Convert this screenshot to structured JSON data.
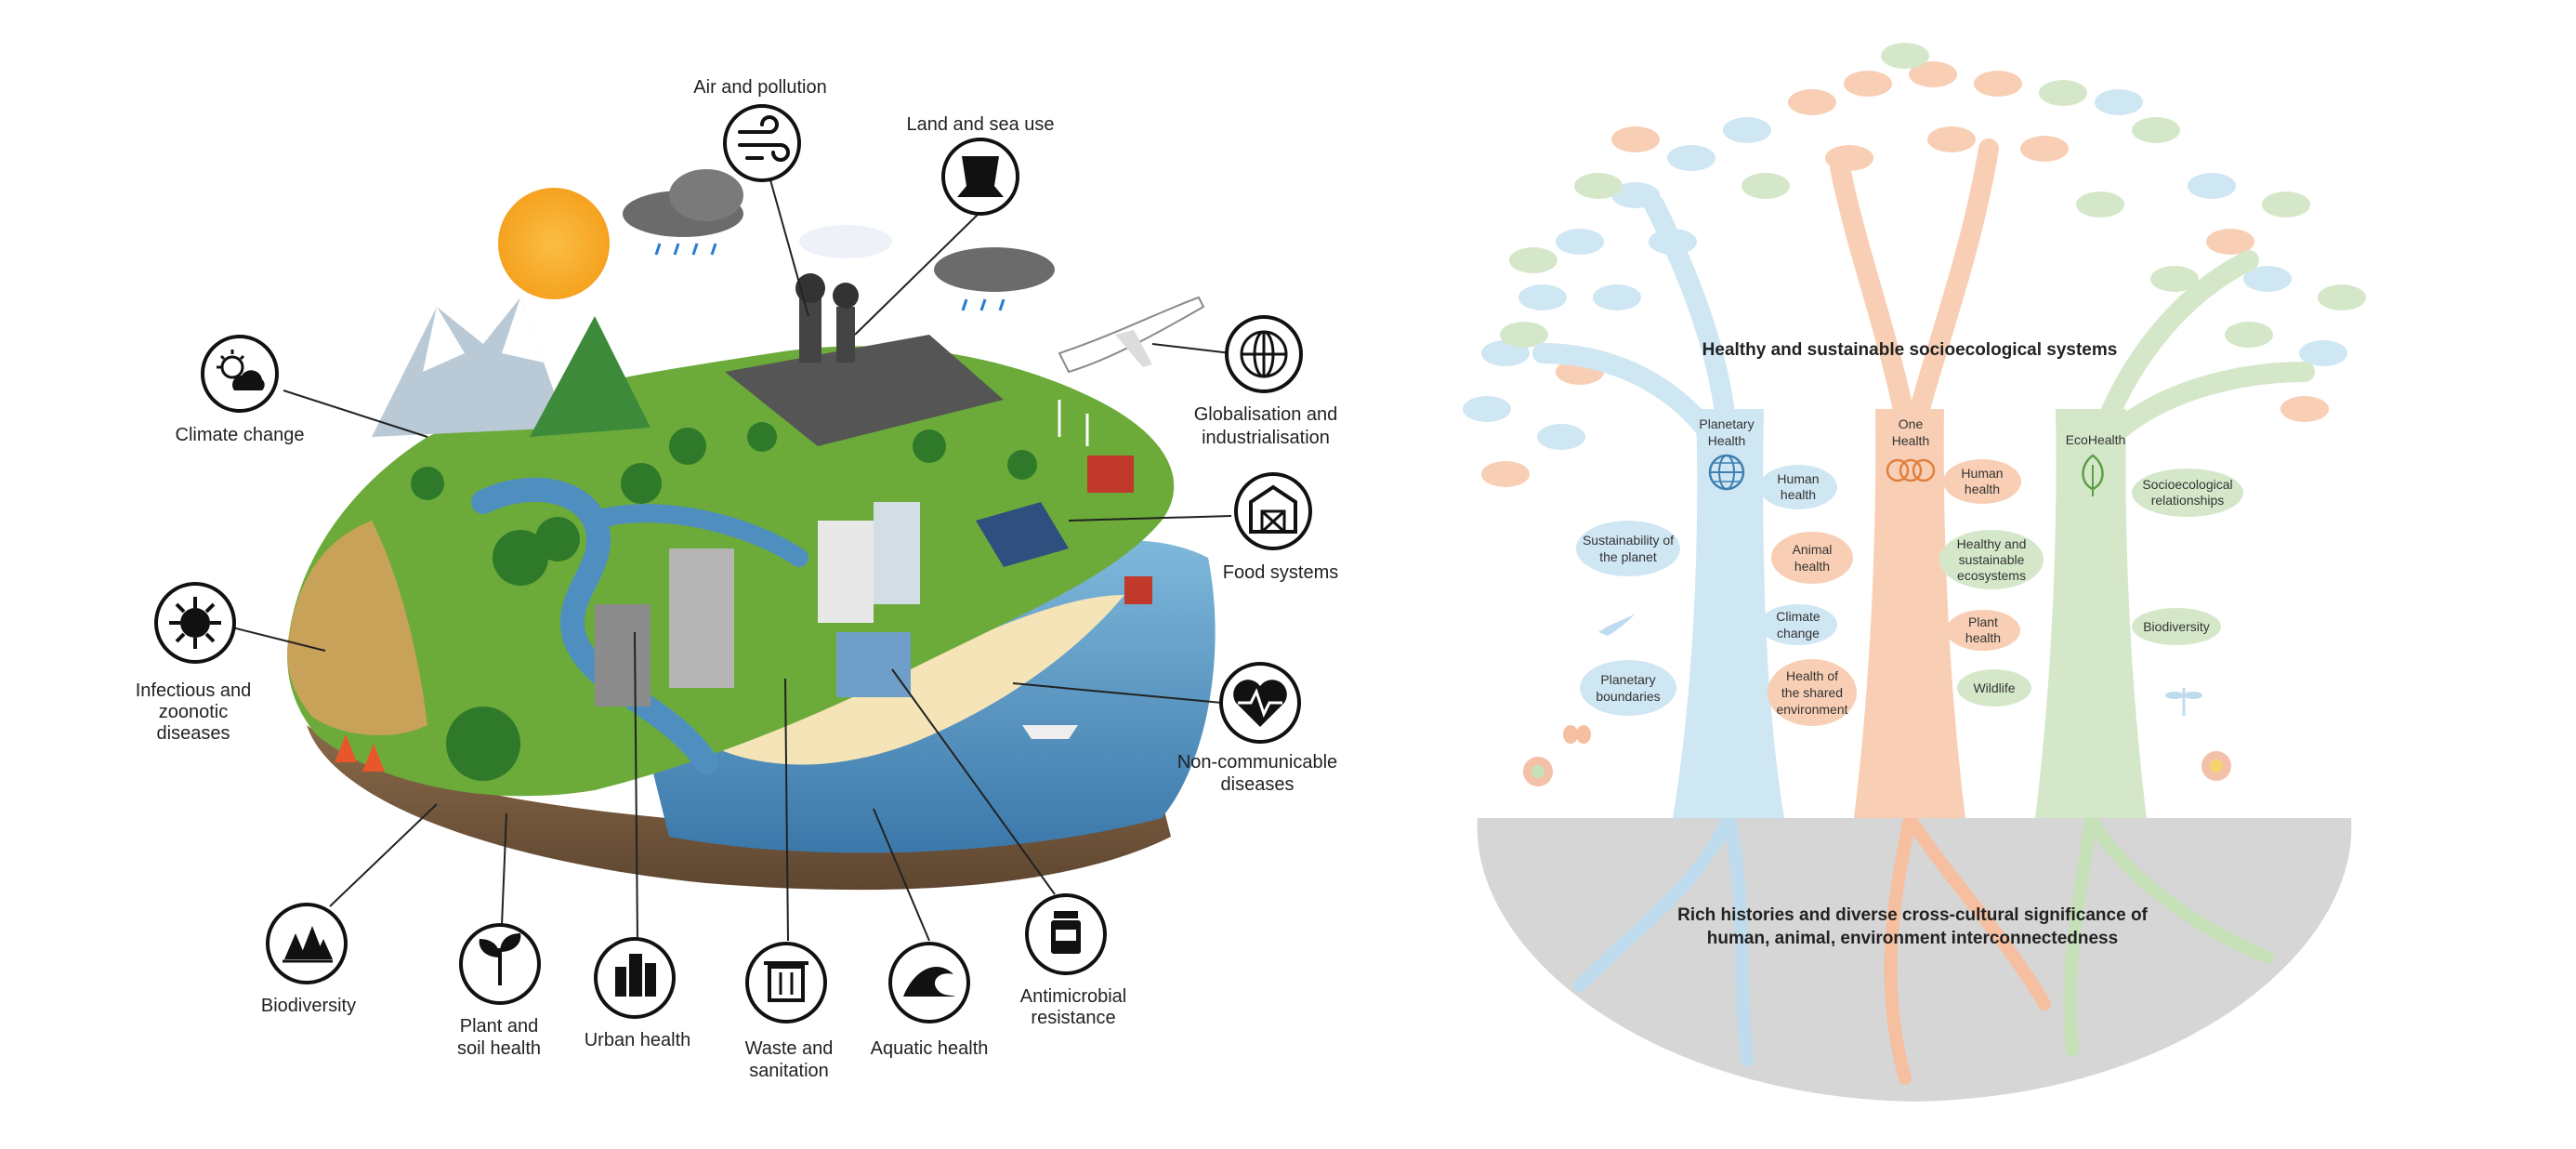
{
  "left_diagram": {
    "labels": {
      "air_pollution": "Air and pollution",
      "land_sea_use": "Land and sea use",
      "climate_change": "Climate change",
      "globalisation_1": "Globalisation and",
      "globalisation_2": "industrialisation",
      "food_systems": "Food systems",
      "infectious_1": "Infectious and",
      "infectious_2": "zoonotic",
      "infectious_3": "diseases",
      "ncd_1": "Non-communicable",
      "ncd_2": "diseases",
      "biodiversity": "Biodiversity",
      "plant_soil_1": "Plant and",
      "plant_soil_2": "soil health",
      "urban_health": "Urban health",
      "waste_1": "Waste and",
      "waste_2": "sanitation",
      "aquatic_health": "Aquatic health",
      "amr_1": "Antimicrobial",
      "amr_2": "resistance"
    }
  },
  "right_diagram": {
    "top_title": "Healthy and sustainable socioecological systems",
    "bottom_title_1": "Rich histories and diverse cross-cultural significance of",
    "bottom_title_2": "human, animal, environment interconnectedness",
    "trees": {
      "planetary_1": "Planetary",
      "planetary_2": "Health",
      "one_1": "One",
      "one_2": "Health",
      "eco": "EcoHealth"
    },
    "leaves": {
      "sust_1": "Sustainability of",
      "sust_2": "the planet",
      "pb_1": "Planetary",
      "pb_2": "boundaries",
      "hh_1": "Human",
      "hh_2": "health",
      "ah_1": "Animal",
      "ah_2": "health",
      "cc_1": "Climate",
      "cc_2": "change",
      "hse_1": "Health of",
      "hse_2": "the shared",
      "hse_3": "environment",
      "oh_hh_1": "Human",
      "oh_hh_2": "health",
      "hse2_1": "Healthy and",
      "hse2_2": "sustainable",
      "hse2_3": "ecosystems",
      "ph_1": "Plant",
      "ph_2": "health",
      "wildlife": "Wildlife",
      "socio_1": "Socioecological",
      "socio_2": "relationships",
      "bio": "Biodiversity"
    }
  },
  "colors": {
    "blue_tree": "#cfe6f3",
    "orange_tree": "#f8cfb5",
    "green_tree": "#d4e8c9",
    "soil": "#d6d6d6",
    "sun": "#f9ad2f",
    "water": "#4f8fc0",
    "grass": "#6cab3a"
  },
  "icons": [
    "wind-icon",
    "stump-icon",
    "climate-icon",
    "globe-icon",
    "barn-icon",
    "virus-icon",
    "heart-icon",
    "trees-icon",
    "sprout-icon",
    "buildings-icon",
    "trash-icon",
    "wave-icon",
    "pill-bottle-icon"
  ]
}
